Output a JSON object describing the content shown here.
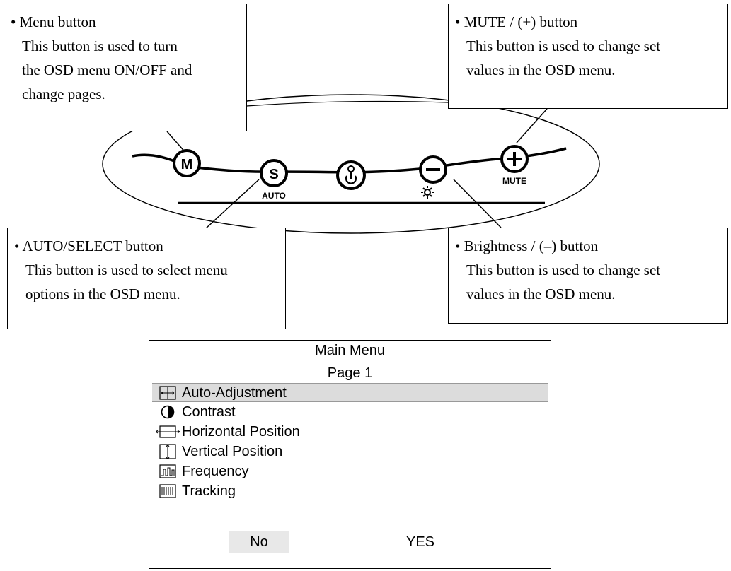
{
  "callouts": {
    "menu": {
      "title": "• Menu button",
      "lines": [
        "This button is used to turn",
        "the OSD menu ON/OFF and",
        "change pages."
      ]
    },
    "mute": {
      "title": "• MUTE / (+) button",
      "lines": [
        "This button is used to change set",
        "values in the OSD menu."
      ]
    },
    "auto": {
      "title": "• AUTO/SELECT button",
      "lines": [
        "This button is used to select menu",
        "options in the OSD menu."
      ]
    },
    "brightness": {
      "title": "• Brightness / (–) button",
      "lines": [
        "This button is used to change set",
        "values in the OSD menu."
      ]
    }
  },
  "panel": {
    "buttons": [
      {
        "key": "menu",
        "glyph": "M",
        "label": ""
      },
      {
        "key": "auto-select",
        "glyph": "S",
        "label": "AUTO"
      },
      {
        "key": "power",
        "glyph": "",
        "label": ""
      },
      {
        "key": "brightness",
        "glyph": "–",
        "label": ""
      },
      {
        "key": "mute",
        "glyph": "+",
        "label": "MUTE"
      }
    ]
  },
  "osd_menu": {
    "title": "Main Menu",
    "page": "Page 1",
    "items": [
      {
        "label": "Auto-Adjustment",
        "icon": "auto-adjust-icon",
        "selected": true
      },
      {
        "label": "Contrast",
        "icon": "contrast-icon",
        "selected": false
      },
      {
        "label": "Horizontal Position",
        "icon": "horizontal-position-icon",
        "selected": false
      },
      {
        "label": "Vertical Position",
        "icon": "vertical-position-icon",
        "selected": false
      },
      {
        "label": "Frequency",
        "icon": "frequency-icon",
        "selected": false
      },
      {
        "label": "Tracking",
        "icon": "tracking-icon",
        "selected": false
      }
    ],
    "no_label": "No",
    "yes_label": "YES",
    "highlight_color": "#dcdcdc"
  }
}
